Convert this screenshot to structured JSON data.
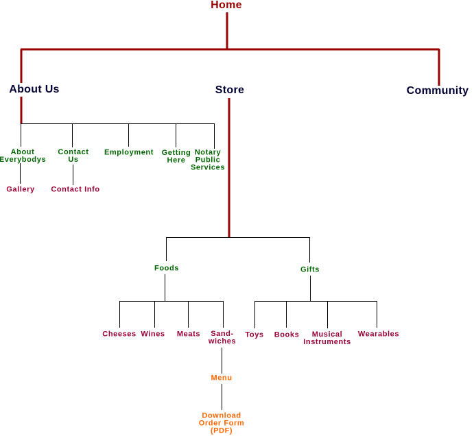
{
  "colors": {
    "home": "#990000",
    "main_lines": "#990000",
    "sub_lines": "#000000",
    "section": "#000033",
    "level2": "#006600",
    "level3": "#990033",
    "level4": "#ff6600"
  },
  "home": "Home",
  "sections": {
    "about": {
      "label": "About Us",
      "children": [
        "About\nEverybodys",
        "Contact\nUs",
        "Employment",
        "Getting\nHere",
        "Notary\nPublic\nServices"
      ],
      "grandchildren": {
        "about_everybodys": "Gallery",
        "contact_us": "Contact Info"
      }
    },
    "store": {
      "label": "Store",
      "foods": {
        "label": "Foods",
        "children": [
          "Cheeses",
          "Wines",
          "Meats",
          "Sand-\nwiches"
        ]
      },
      "gifts": {
        "label": "Gifts",
        "children": [
          "Toys",
          "Books",
          "Musical\nInstruments",
          "Wearables"
        ]
      },
      "sandwiches_children": {
        "menu": "Menu",
        "download": "Download\nOrder Form\n(PDF)"
      }
    },
    "community": {
      "label": "Community"
    }
  }
}
